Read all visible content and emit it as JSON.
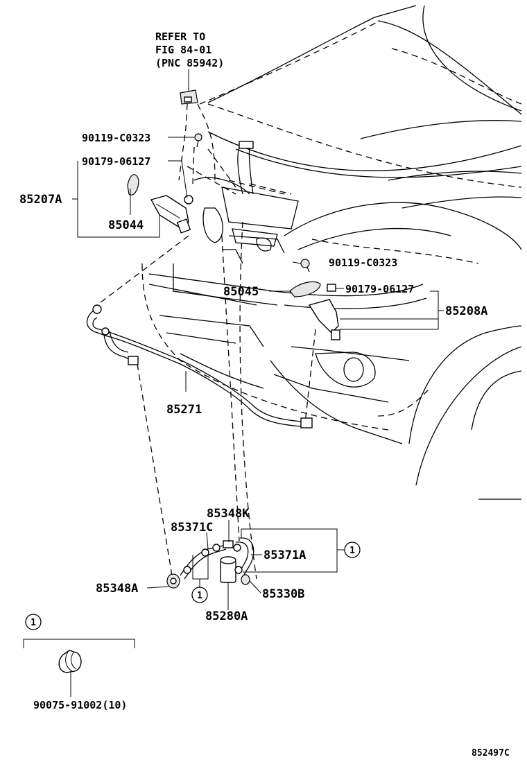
{
  "refer_note": {
    "line1": "REFER TO",
    "line2": "FIG 84-01",
    "line3": "(PNC 85942)"
  },
  "labels": {
    "screw_upper": "90119-C0323",
    "nut_upper": "90179-06127",
    "assy_left": "85207A",
    "part_85044": "85044",
    "part_85045": "85045",
    "screw_right": "90119-C0323",
    "nut_right": "90179-06127",
    "assy_right": "85208A",
    "hose_main": "85271",
    "part_85348k": "85348K",
    "part_85371c": "85371C",
    "part_85371a": "85371A",
    "part_85348a": "85348A",
    "part_85330b": "85330B",
    "part_85280a": "85280A",
    "clip": "90075-91002(10)"
  },
  "callouts": {
    "ref_a": "1",
    "ref_b": "1",
    "legend": "1"
  },
  "figure_code": "852497C"
}
